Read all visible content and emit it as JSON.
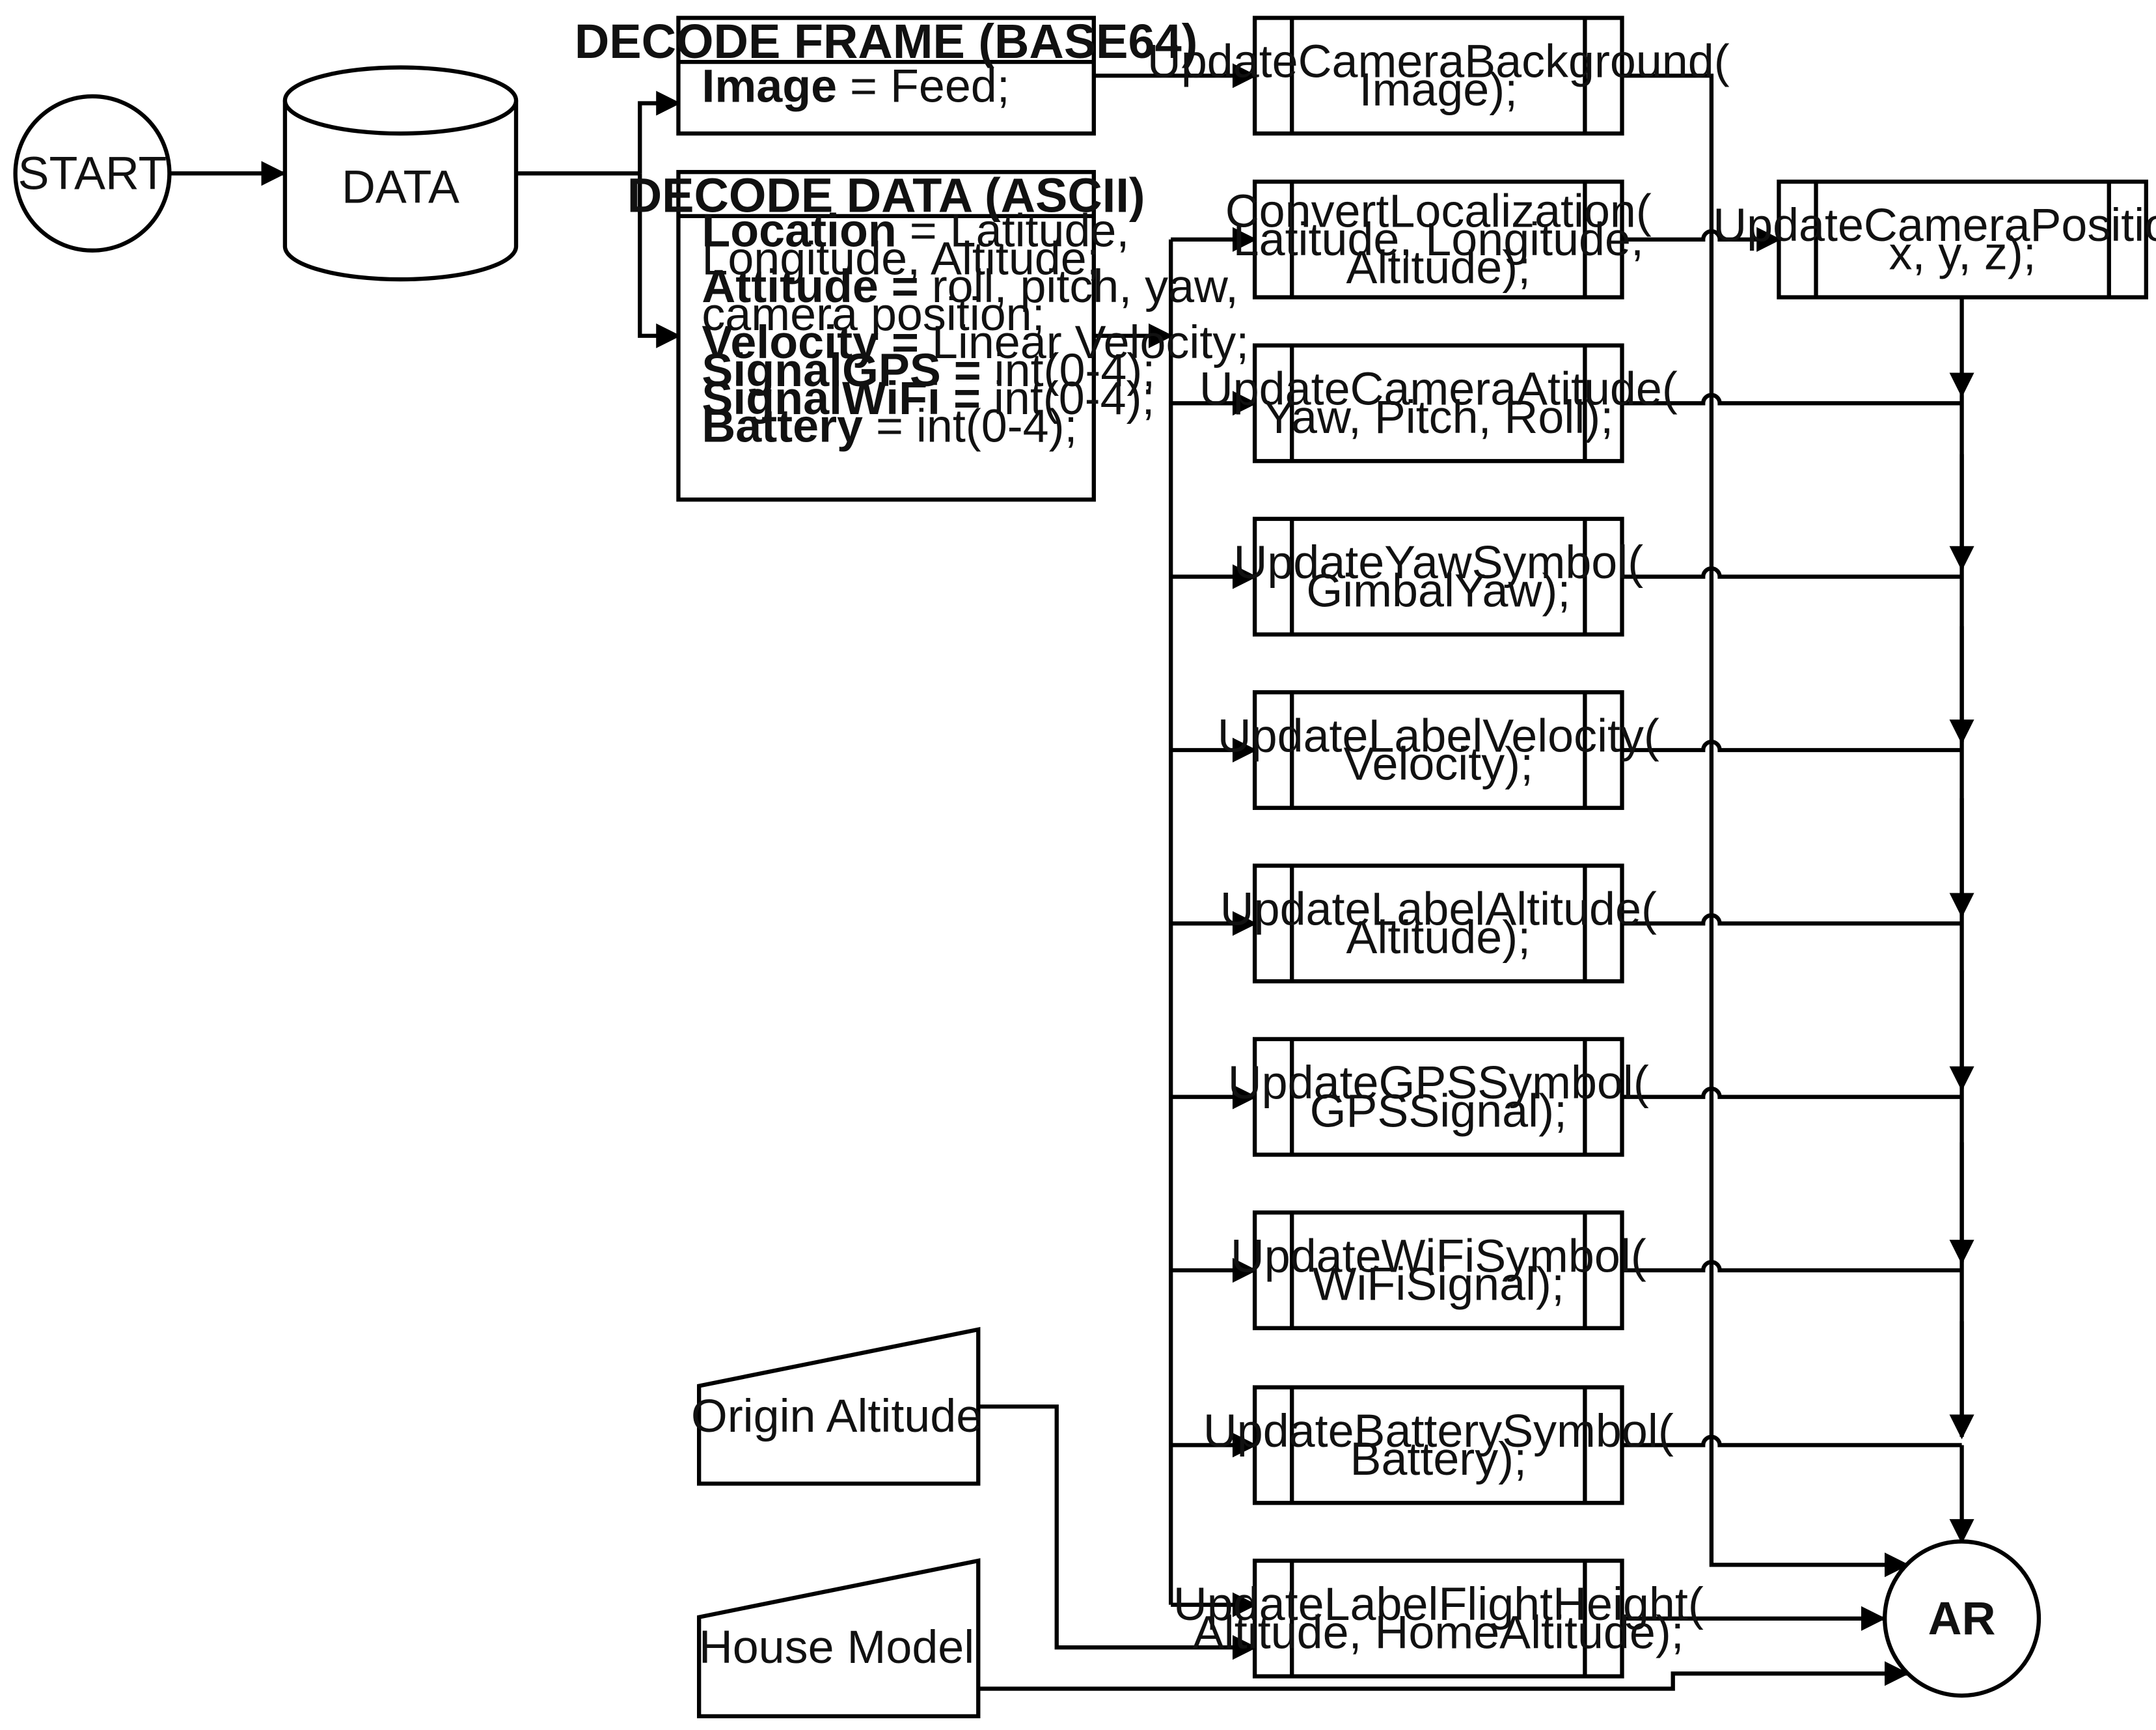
{
  "start": "START",
  "data": "DATA",
  "decode_frame": {
    "title": "DECODE FRAME (BASE64)",
    "lines": [
      [
        {
          "b": "Image",
          "r": " = Feed;"
        }
      ]
    ]
  },
  "decode_data": {
    "title": "DECODE DATA (ASCII)",
    "lines": [
      [
        {
          "b": "Location",
          "r": " = Latitude,"
        }
      ],
      [
        {
          "b": "",
          "r": "Longitude, Altitude;"
        }
      ],
      [
        {
          "b": "Attitude =",
          "r": " roll, pitch, yaw,"
        }
      ],
      [
        {
          "b": "",
          "r": "camera position;"
        }
      ],
      [
        {
          "b": "Velocity =",
          "r": "  Linear Velocity;"
        }
      ],
      [
        {
          "b": "SignalGPS =",
          "r": " int(0-4);"
        }
      ],
      [
        {
          "b": "SignalWiFi =",
          "r": " int(0-4);"
        }
      ],
      [
        {
          "b": "Battery",
          "r": " = int(0-4);"
        }
      ]
    ]
  },
  "processes": {
    "camera_background": [
      "UpdateCameraBackground(",
      "Image);"
    ],
    "convert_localization": [
      "ConvertLocalization(",
      "Latitude, Longitude,",
      "Altitude);"
    ],
    "camera_position": [
      "UpdateCameraPosition(",
      "x, y, z);"
    ],
    "camera_attitude": [
      "UpdateCameraAtitude(",
      "Yaw, Pitch, Roll);"
    ],
    "yaw_symbol": [
      "UpdateYawSymbol(",
      "GimbalYaw);"
    ],
    "label_velocity": [
      "UpdateLabelVelocity(",
      "Velocity);"
    ],
    "label_altitude": [
      "UpdateLabelAltitude(",
      "Altitude);"
    ],
    "gps_symbol": [
      "UpdateGPSSymbol(",
      "GPSSignal);"
    ],
    "wifi_symbol": [
      "UpdateWiFiSymbol(",
      "WiFiSignal);"
    ],
    "battery_symbol": [
      "UpdateBatterySymbol(",
      "Battery);"
    ],
    "label_flight_height": [
      "UpdateLabelFlightHeight(",
      "Altitude, HomeAltitude);"
    ]
  },
  "origin_altitude": "Origin Altitude",
  "house_model": "House Model",
  "ar": "AR"
}
